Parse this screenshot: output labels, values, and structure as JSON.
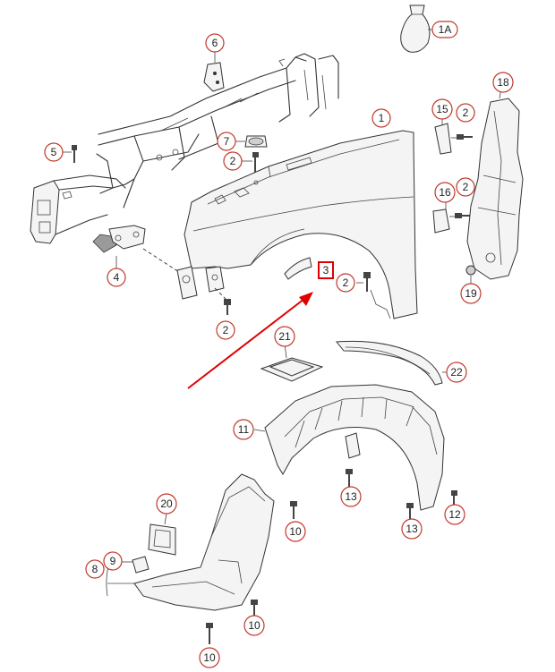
{
  "diagram": {
    "callouts": [
      {
        "id": "c-1A",
        "label": "1A",
        "shape": "pill"
      },
      {
        "id": "c-6",
        "label": "6",
        "shape": "circle"
      },
      {
        "id": "c-1",
        "label": "1",
        "shape": "circle"
      },
      {
        "id": "c-18",
        "label": "18",
        "shape": "circle"
      },
      {
        "id": "c-15",
        "label": "15",
        "shape": "circle"
      },
      {
        "id": "c-2-15",
        "label": "2",
        "shape": "circle"
      },
      {
        "id": "c-5",
        "label": "5",
        "shape": "circle"
      },
      {
        "id": "c-7",
        "label": "7",
        "shape": "circle"
      },
      {
        "id": "c-2-7",
        "label": "2",
        "shape": "circle"
      },
      {
        "id": "c-16",
        "label": "16",
        "shape": "circle"
      },
      {
        "id": "c-2-16",
        "label": "2",
        "shape": "circle"
      },
      {
        "id": "c-4",
        "label": "4",
        "shape": "circle"
      },
      {
        "id": "c-3",
        "label": "3",
        "shape": "box-highlight"
      },
      {
        "id": "c-2-3",
        "label": "2",
        "shape": "circle"
      },
      {
        "id": "c-19",
        "label": "19",
        "shape": "circle"
      },
      {
        "id": "c-2-bottom",
        "label": "2",
        "shape": "circle"
      },
      {
        "id": "c-21",
        "label": "21",
        "shape": "circle"
      },
      {
        "id": "c-22",
        "label": "22",
        "shape": "circle"
      },
      {
        "id": "c-11",
        "label": "11",
        "shape": "circle"
      },
      {
        "id": "c-13-a",
        "label": "13",
        "shape": "circle"
      },
      {
        "id": "c-12",
        "label": "12",
        "shape": "circle"
      },
      {
        "id": "c-13-b",
        "label": "13",
        "shape": "circle"
      },
      {
        "id": "c-20",
        "label": "20",
        "shape": "circle"
      },
      {
        "id": "c-10-a",
        "label": "10",
        "shape": "circle"
      },
      {
        "id": "c-9",
        "label": "9",
        "shape": "circle"
      },
      {
        "id": "c-8",
        "label": "8",
        "shape": "circle"
      },
      {
        "id": "c-10-b",
        "label": "10",
        "shape": "circle"
      },
      {
        "id": "c-10-c",
        "label": "10",
        "shape": "circle"
      }
    ],
    "colors": {
      "callout_stroke": "#c0392b",
      "highlight": "#e00000",
      "arrow": "#e00000",
      "line_art": "#333333"
    }
  }
}
